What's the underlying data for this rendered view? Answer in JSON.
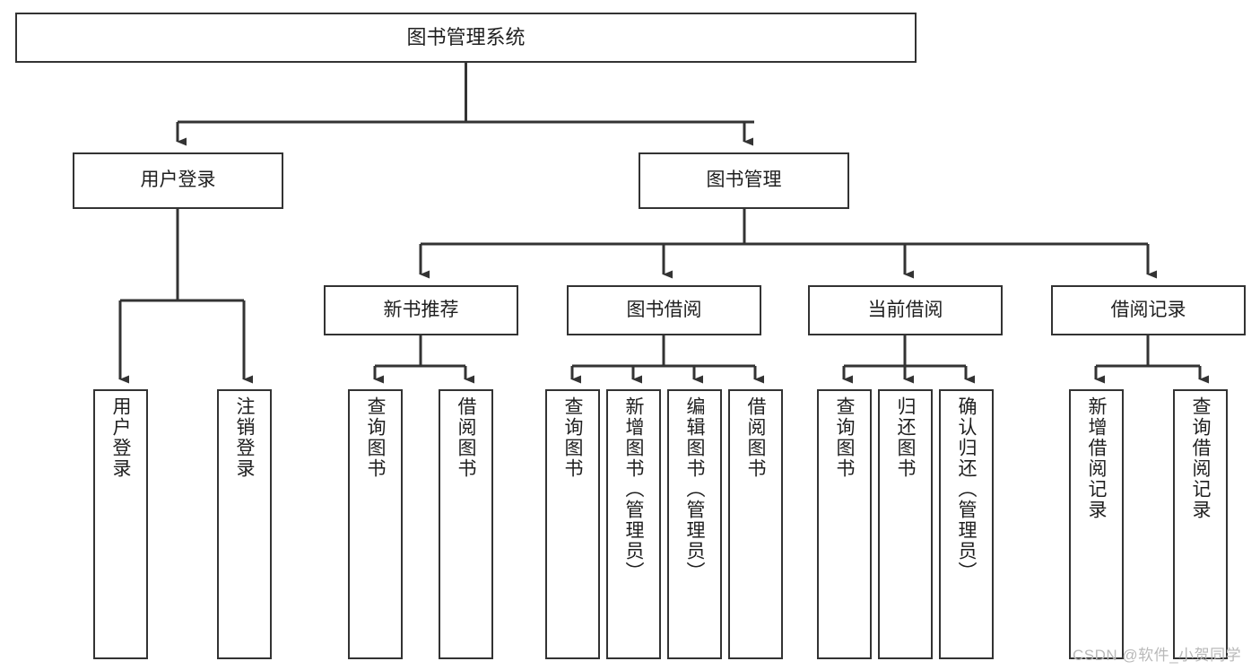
{
  "diagram": {
    "title": "图书管理系统",
    "type": "tree",
    "colors": {
      "box_border": "#333333",
      "box_fill": "#ffffff",
      "connector": "#333333",
      "text": "#1f1f1f",
      "watermark": "#b9b9b9"
    },
    "root": {
      "label": "图书管理系统"
    },
    "level2": [
      {
        "label": "用户登录"
      },
      {
        "label": "图书管理"
      }
    ],
    "level3": [
      {
        "label": "新书推荐"
      },
      {
        "label": "图书借阅"
      },
      {
        "label": "当前借阅"
      },
      {
        "label": "借阅记录"
      }
    ],
    "leaves": {
      "user_login": [
        {
          "label": "用户登录"
        },
        {
          "label": "注销登录"
        }
      ],
      "new_book_recommend": [
        {
          "label": "查询图书"
        },
        {
          "label": "借阅图书"
        }
      ],
      "book_borrow": [
        {
          "label": "查询图书"
        },
        {
          "label": "新增图书（管理员）"
        },
        {
          "label": "编辑图书（管理员）"
        },
        {
          "label": "借阅图书"
        }
      ],
      "current_borrow": [
        {
          "label": "查询图书"
        },
        {
          "label": "归还图书"
        },
        {
          "label": "确认归还（管理员）"
        }
      ],
      "borrow_record": [
        {
          "label": "新增借阅记录"
        },
        {
          "label": "查询借阅记录"
        }
      ]
    }
  },
  "watermark": {
    "text": "CSDN @软件_小贺同学"
  }
}
